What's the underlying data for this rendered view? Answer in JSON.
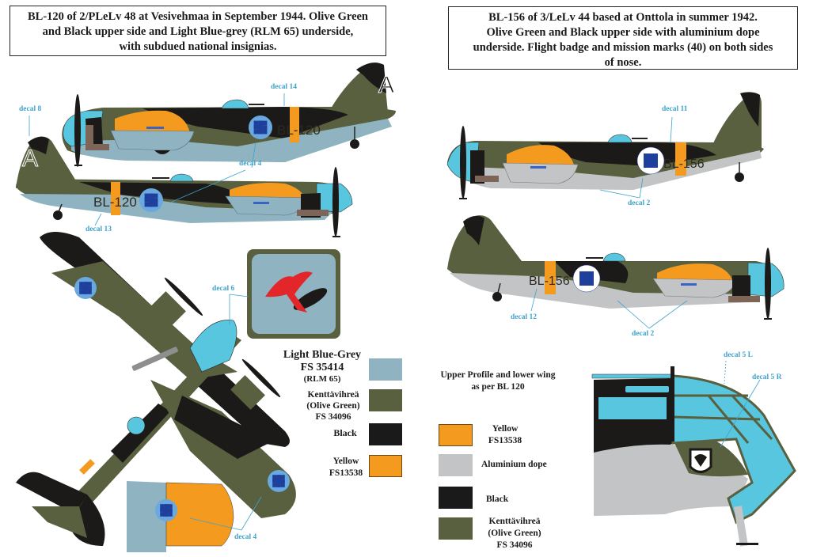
{
  "captions": {
    "left": {
      "line1": "BL-120 of 2/PLeLv 48 at Vesivehmaa in September 1944. Olive Green",
      "line2": "and Black upper side and Light Blue-grey (RLM 65) underside,",
      "line3": "with subdued national insignias."
    },
    "right": {
      "line1": "BL-156 of 3/LeLv 44 based at Onttola in summer 1942.",
      "line2": "Olive Green and Black upper side with aluminium dope",
      "line3": "underside. Flight badge and mission marks (40) on both sides",
      "line4": "of nose."
    }
  },
  "aircraft": {
    "bl120": {
      "serial": "BL-120",
      "tail_letter": "A"
    },
    "bl156": {
      "serial": "BL-156"
    }
  },
  "decals": {
    "d14": "decal 14",
    "d8": "decal 8",
    "d4_top": "decal 4",
    "d13": "decal 13",
    "d6": "decal 6",
    "d4_bottom": "decal 4",
    "d11": "decal 11",
    "d2_top": "decal 2",
    "d12": "decal 12",
    "d2_bottom": "decal 2",
    "d5l": "decal 5 L",
    "d5r": "decal 5 R"
  },
  "legend_left": [
    {
      "l1": "Light Blue-Grey",
      "l2": "FS 35414",
      "l3": "(RLM 65)",
      "color": "#8fb3c0"
    },
    {
      "l1": "Kenttävihreä",
      "l2": "(Olive Green)",
      "l3": "FS 34096",
      "color": "#58603f"
    },
    {
      "l1": "Black",
      "color": "#1a1a1a"
    },
    {
      "l1": "Yellow",
      "l2": "FS13538",
      "color": "#f39a1f"
    }
  ],
  "legend_right": {
    "note_l1": "Upper Profile and lower wing",
    "note_l2": "as per BL 120",
    "items": [
      {
        "l1": "Yellow",
        "l2": "FS13538",
        "color": "#f39a1f"
      },
      {
        "l1": "Aluminium dope",
        "color": "#c3c4c6"
      },
      {
        "l1": "Black",
        "color": "#1a1a1a"
      },
      {
        "l1": "Kenttävihreä",
        "l2": "(Olive Green)",
        "l3": "FS 34096",
        "color": "#58603f"
      }
    ]
  },
  "colors": {
    "olive": "#58603f",
    "black": "#1b1a18",
    "light_blue_grey": "#8fb3c0",
    "aluminium": "#c3c4c6",
    "yellow": "#f39a1f",
    "canopy_blue": "#58c6de",
    "roundel_blue": "#1f3f9c",
    "roundel_light": "#6aa8e0",
    "decal_text": "#3ea3cc",
    "badge_red": "#e2262a",
    "brown": "#7d6657"
  }
}
